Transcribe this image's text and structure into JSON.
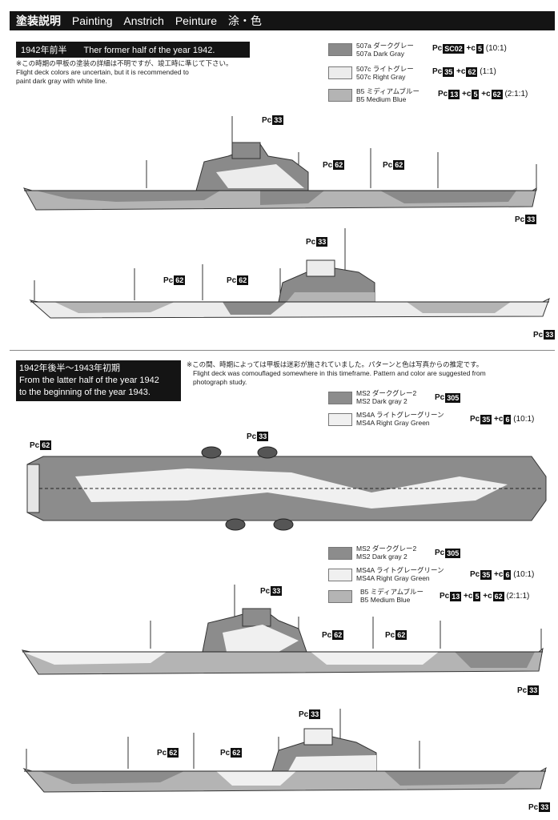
{
  "header": {
    "jp": "塗装説明",
    "en1": "Painting",
    "en2": "Anstrich",
    "en3": "Peinture",
    "jp2": "涂・色"
  },
  "section1": {
    "tag": "1942年前半",
    "title": "Ther former half of the year 1942.",
    "note_jp": "※この時期の甲板の塗装の詳細は不明ですが、竣工時に準じて下さい。",
    "note_en1": "Flight deck colors are uncertain, but it is recommended to",
    "note_en2": "paint dark gray with white line.",
    "colors": [
      {
        "jp": "507a ダークグレー",
        "en": "507a Dark Gray",
        "formula_parts": [
          "Pc",
          "SC02",
          "+c",
          "5",
          "(10:1)"
        ],
        "hex": "#8a8a8a"
      },
      {
        "jp": "507c ライトグレー",
        "en": "507c Right Gray",
        "formula_parts": [
          "Pc",
          "35",
          "+c",
          "62",
          "(1:1)"
        ],
        "hex": "#ececec"
      },
      {
        "jp": "B5 ミディアムブルー",
        "en": "B5 Medium Blue",
        "formula_parts": [
          "Pc",
          "13",
          "+c",
          "5",
          "+c",
          "62",
          "(2:1:1)"
        ],
        "hex": "#b4b4b4"
      }
    ]
  },
  "section2": {
    "tag_line1": "1942年後半～1943年初期",
    "tag_line2": "From the latter half of the year 1942",
    "tag_line3": "to the beginning of the year 1943.",
    "note_jp": "※この間、時期によっては甲板は迷彩が施されていました。パターンと色は写真からの推定です。",
    "note_en1": "Flight deck was comouflaged somewhere in this timeframe. Pattern and color are suggested from",
    "note_en2": "photograph study.",
    "deck_colors": [
      {
        "jp": "MS2 ダークグレー2",
        "en": "MS2 Dark gray 2",
        "formula_parts": [
          "Pc",
          "305"
        ],
        "hex": "#8c8c8c"
      },
      {
        "jp": "MS4A ライトグレーグリーン",
        "en": "MS4A Right Gray Green",
        "formula_parts": [
          "Pc",
          "35",
          "+c",
          "6",
          "(10:1)"
        ],
        "hex": "#f0f0f0"
      }
    ],
    "hull_colors": [
      {
        "jp": "MS2 ダークグレー2",
        "en": "MS2 Dark gray 2",
        "formula_parts": [
          "Pc",
          "305"
        ],
        "hex": "#8c8c8c"
      },
      {
        "jp": "MS4A ライトグレーグリーン",
        "en": "MS4A Right Gray Green",
        "formula_parts": [
          "Pc",
          "35",
          "+c",
          "6",
          "(10:1)"
        ],
        "hex": "#f0f0f0"
      },
      {
        "jp": "B5 ミディアムブルー",
        "en": "B5 Medium Blue",
        "formula_parts": [
          "Pc",
          "13",
          "+c",
          "5",
          "+c",
          "62",
          "(2:1:1)"
        ],
        "hex": "#b4b4b4"
      }
    ]
  },
  "callouts": {
    "pc": "Pc",
    "c33": "33",
    "c62": "62"
  }
}
